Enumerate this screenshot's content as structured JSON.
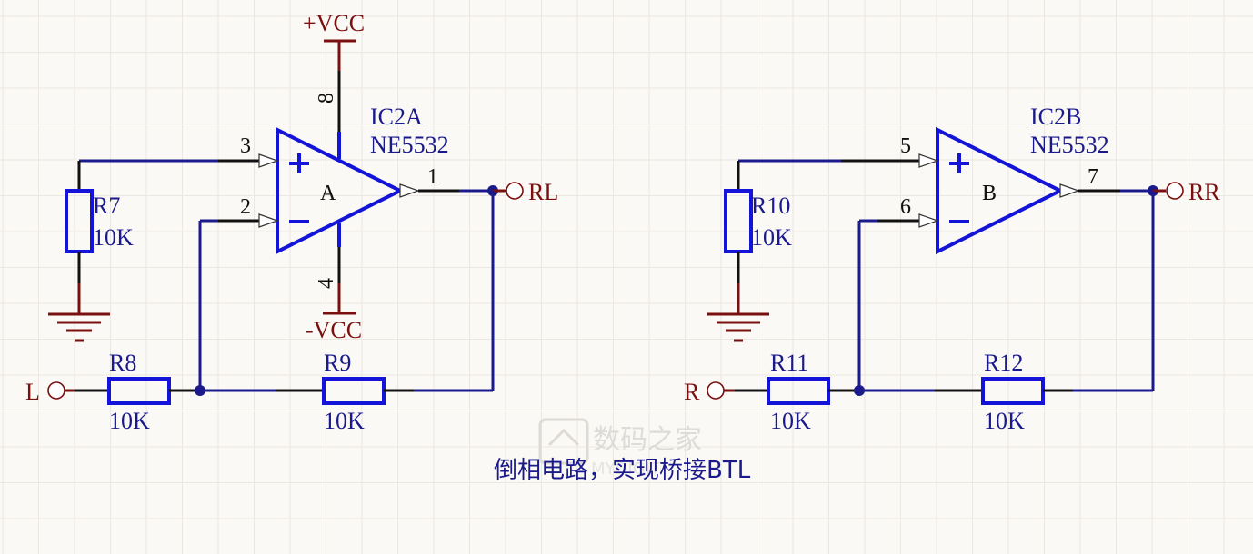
{
  "caption": "倒相电路，实现桥接BTL",
  "watermark": {
    "text": "数码之家",
    "sub": "MYDIGIT"
  },
  "colors": {
    "wire": "#1a1a8c",
    "component": "#1414d8",
    "power": "#7a0f0f",
    "pin": "#111111"
  },
  "left_stage": {
    "opamp": {
      "designator": "IC2A",
      "part": "NE5532",
      "unit": "A",
      "plus": "+",
      "minus": "−"
    },
    "pins": {
      "noninv": "3",
      "inv": "2",
      "out": "1",
      "vplus": "8",
      "vminus": "4"
    },
    "power": {
      "pos": "+VCC",
      "neg": "-VCC"
    },
    "resistors": [
      {
        "ref": "R7",
        "value": "10K"
      },
      {
        "ref": "R8",
        "value": "10K"
      },
      {
        "ref": "R9",
        "value": "10K"
      }
    ],
    "ports": {
      "input": "L",
      "output": "RL"
    }
  },
  "right_stage": {
    "opamp": {
      "designator": "IC2B",
      "part": "NE5532",
      "unit": "B",
      "plus": "+",
      "minus": "−"
    },
    "pins": {
      "noninv": "5",
      "inv": "6",
      "out": "7"
    },
    "resistors": [
      {
        "ref": "R10",
        "value": "10K"
      },
      {
        "ref": "R11",
        "value": "10K"
      },
      {
        "ref": "R12",
        "value": "10K"
      }
    ],
    "ports": {
      "input": "R",
      "output": "RR"
    }
  }
}
